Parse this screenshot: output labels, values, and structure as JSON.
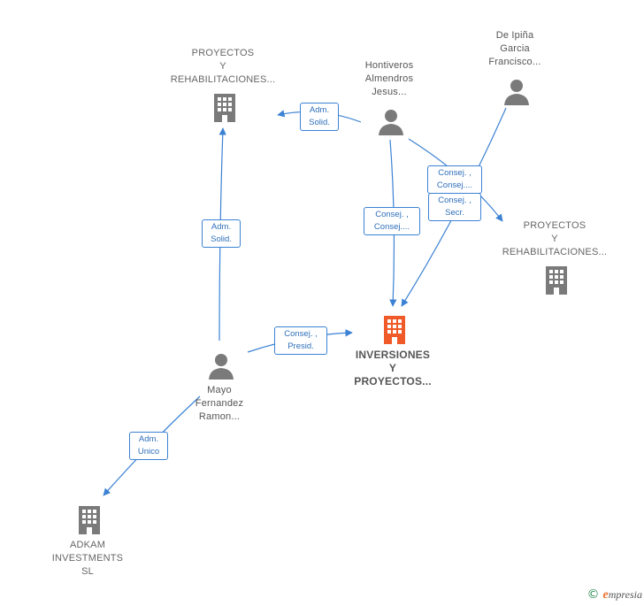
{
  "colors": {
    "edge": "#3b82d4",
    "person": "#7a7a7a",
    "company": "#7a7a7a",
    "main_company": "#f05a28"
  },
  "nodes": {
    "proyectos_top": {
      "label": "PROYECTOS\nY\nREHABILITACIONES...",
      "icon": "building-icon"
    },
    "hontiveros": {
      "label": "Hontiveros\nAlmendros\nJesus...",
      "icon": "person-icon"
    },
    "de_ipina": {
      "label": "De Ipiña\nGarcia\nFrancisco...",
      "icon": "person-icon"
    },
    "proyectos_right": {
      "label": "PROYECTOS\nY\nREHABILITACIONES...",
      "icon": "building-icon"
    },
    "inversiones": {
      "label": "INVERSIONES\nY\nPROYECTOS...",
      "icon": "building-icon"
    },
    "mayo": {
      "label": "Mayo\nFernandez\nRamon...",
      "icon": "person-icon"
    },
    "adkam": {
      "label": "ADKAM\nINVESTMENTS\nSL",
      "icon": "building-icon"
    }
  },
  "edges": {
    "hontiveros_proyectos_top": "Adm.\nSolid.",
    "mayo_proyectos_top": "Adm.\nSolid.",
    "hontiveros_inversiones": "Consej. ,\nConsej....",
    "hontiveros_proyectos_right": "Consej. ,\nConsej....",
    "deipina_inversiones": "Consej. ,\nSecr.",
    "mayo_inversiones": "Consej. ,\nPresid.",
    "mayo_adkam": "Adm.\nUnico"
  },
  "brand": {
    "copyright": "©",
    "initial": "e",
    "name": "mpresia"
  }
}
